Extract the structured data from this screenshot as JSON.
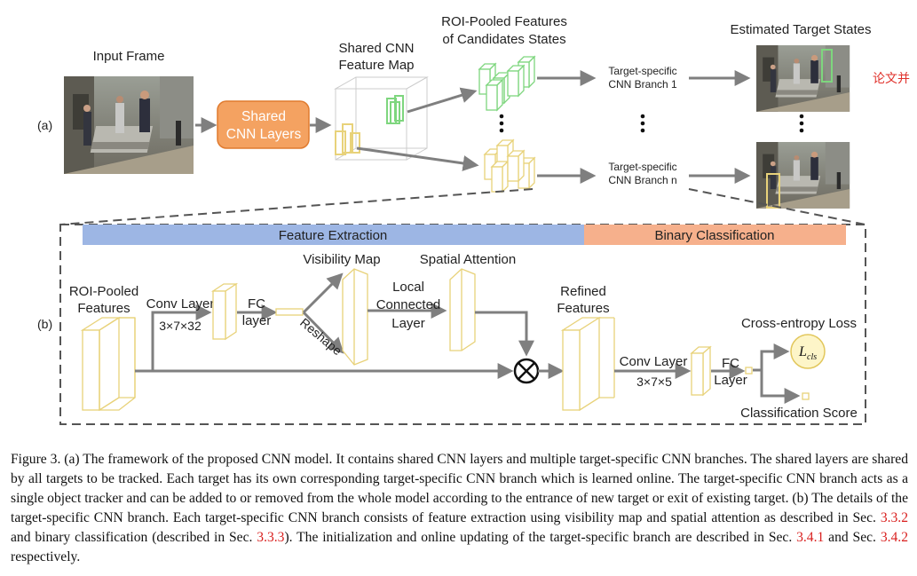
{
  "panel_a": {
    "label": "(a)",
    "input_frame_title": "Input Frame",
    "shared_layers": [
      "Shared",
      "CNN Layers"
    ],
    "feature_map_title": [
      "Shared CNN",
      "Feature Map"
    ],
    "roi_title": [
      "ROI-Pooled Features",
      "of Candidates States"
    ],
    "branch_1": [
      "Target-specific",
      "CNN Branch 1"
    ],
    "branch_n": [
      "Target-specific",
      "CNN Branch n"
    ],
    "estimated_title": "Estimated Target States",
    "side_note": "论文并"
  },
  "panel_b": {
    "label": "(b)",
    "feature_extraction": "Feature Extraction",
    "binary_classification": "Binary Classification",
    "roi_pooled": [
      "ROI-Pooled",
      "Features"
    ],
    "conv_layer_1": "Conv Layer",
    "conv_size_1": "3×7×32",
    "fc_1": [
      "FC",
      "layer"
    ],
    "reshape": "Reshape",
    "visibility_map": "Visibility Map",
    "spatial_attention": "Spatial Attention",
    "local_connected": [
      "Local",
      "Connected",
      "Layer"
    ],
    "refined_features": [
      "Refined",
      "Features"
    ],
    "conv_layer_2": "Conv Layer",
    "conv_size_2": "3×7×5",
    "fc_2": [
      "FC",
      "Layer"
    ],
    "loss_title": "Cross-entropy Loss",
    "loss_symbol": "L",
    "loss_subscript": "cls",
    "classification_score": "Classification Score"
  },
  "caption": {
    "text_1": "Figure 3. (a) The framework of the proposed CNN model. It contains shared CNN layers and multiple target-specific CNN branches. The shared layers are shared by all targets to be tracked. Each target has its own corresponding target-specific CNN branch which is learned online. The target-specific CNN branch acts as a single object tracker and can be added to or removed from the whole model according to the entrance of new target or exit of existing target. (b) The details of the target-specific CNN branch. Each target-specific CNN branch consists of feature extraction using visibility map and spatial attention as described in Sec. ",
    "ref_1": "3.3.2",
    "text_2": " and binary classification (described in Sec. ",
    "ref_2": "3.3.3",
    "text_3": "). The initialization and online updating of the target-specific branch are described in Sec. ",
    "ref_3": "3.4.1",
    "text_4": " and Sec. ",
    "ref_4": "3.4.2",
    "text_5": " respectively."
  },
  "colors": {
    "shared_layers_fill": "#f4a261",
    "shared_layers_stroke": "#e07b2f",
    "roi_green": "#7ed67e",
    "roi_yellow": "#e8d27a",
    "feature_extraction_bar": "#9db6e4",
    "binary_classification_bar": "#f6b08c",
    "arrow": "#7f7f7f"
  }
}
